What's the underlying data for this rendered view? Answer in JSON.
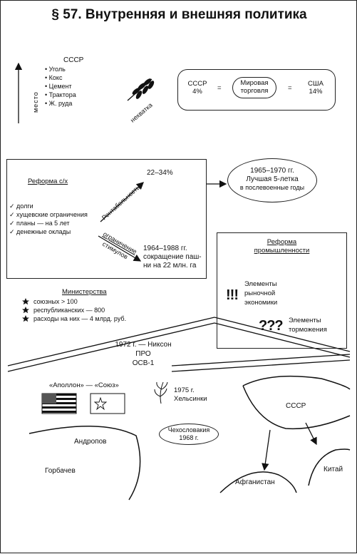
{
  "title": "§ 57. Внутренняя и внешняя политика",
  "place": {
    "vertical_label": "место",
    "header": "СССР",
    "items": [
      "Уголь",
      "Кокс",
      "Цемент",
      "Трактора",
      "Ж. руда"
    ]
  },
  "grain": {
    "label": "нехватка"
  },
  "trade": {
    "ussr": "СССР",
    "ussr_pct": "4%",
    "eq1": "=",
    "world_1": "Мировая",
    "world_2": "торговля",
    "eq2": "=",
    "usa": "США",
    "usa_pct": "14%"
  },
  "agri": {
    "title": "Реформа с/х",
    "items": [
      "долги",
      "хущевские ограничения",
      "планы — на 5 лет",
      "денежные оклады"
    ],
    "profit_label": "Рентабельность",
    "profit_value": "22–34%",
    "limit_label_1": "ограничение",
    "limit_label_2": "стимулов",
    "years": "1964–1988 гг.",
    "reduction_1": "сокращение паш-",
    "reduction_2": "ни на 22 млн. га"
  },
  "five_year": {
    "years": "1965–1970 гг.",
    "line1": "Лучшая 5-летка",
    "line2": "в послевоенные годы"
  },
  "industry": {
    "title_1": "Реформа",
    "title_2": "промышленности",
    "marks_1": "!!!",
    "el1_1": "Элементы",
    "el1_2": "рыночной",
    "el1_3": "экономики",
    "marks_2": "???",
    "el2_1": "Элементы",
    "el2_2": "торможения"
  },
  "ministries": {
    "title": "Министерства",
    "items": [
      "союзных > 100",
      "республиканских — 800",
      "расходы на них — 4 млрд. руб."
    ]
  },
  "nixon": {
    "line1": "1972 г. — Никсон",
    "line2": "ПРО",
    "line3": "ОСВ-1"
  },
  "apollo": {
    "label": "«Аполлон» — «Союз»"
  },
  "helsinki": {
    "year": "1975 г.",
    "place": "Хельсинки"
  },
  "czech": {
    "line1": "Чехословакия",
    "line2": "1968 г."
  },
  "leaders": [
    "Андропов",
    "Горбачев"
  ],
  "regions": {
    "ussr": "СССР",
    "afghanistan": "Афганистан",
    "china": "Китай"
  }
}
